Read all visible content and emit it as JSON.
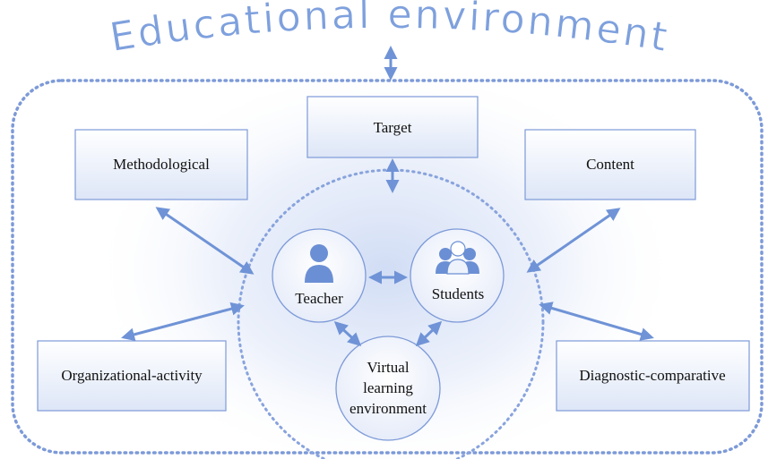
{
  "diagram": {
    "title": "Educational environment",
    "nodes": {
      "target": "Target",
      "methodological": "Methodological",
      "content": "Content",
      "organizational": "Organizational-activity",
      "diagnostic": "Diagnostic-comparative",
      "teacher": "Teacher",
      "students": "Students",
      "virtual_line1": "Virtual",
      "virtual_line2": "learning",
      "virtual_line3": "environment"
    },
    "colors": {
      "accent": "#6f93d6",
      "title": "#7ea0dd",
      "dotted_border": "#7d9ad8",
      "icon": "#6b8fd4"
    }
  }
}
